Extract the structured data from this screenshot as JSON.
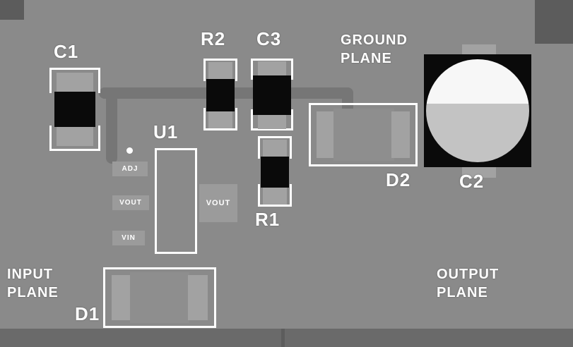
{
  "components": {
    "c1": {
      "label": "C1"
    },
    "r2": {
      "label": "R2"
    },
    "c3": {
      "label": "C3"
    },
    "r1": {
      "label": "R1"
    },
    "u1": {
      "label": "U1"
    },
    "d1": {
      "label": "D1"
    },
    "d2": {
      "label": "D2"
    },
    "c2": {
      "label": "C2"
    }
  },
  "pads": {
    "adj": "ADJ",
    "vout_small": "VOUT",
    "vin": "VIN",
    "vout_large": "VOUT"
  },
  "planes": {
    "ground": {
      "line1": "GROUND",
      "line2": "PLANE"
    },
    "input": {
      "line1": "INPUT",
      "line2": "PLANE"
    },
    "output": {
      "line1": "OUTPUT",
      "line2": "PLANE"
    }
  },
  "colors": {
    "board": "#8a8a8a",
    "plane_dark": "#5c5c5c",
    "edge_strip": "#6a6a6a",
    "trace": "#767676",
    "pad": "#a2a2a2",
    "pad_small": "#9b9b9b",
    "body_black": "#0a0a0a",
    "silkscreen": "#ffffff",
    "d_body": "#8e8e8e",
    "cap_white": "#f7f7f7",
    "cap_gray": "#c3c3c3",
    "label": "#ffffff"
  }
}
